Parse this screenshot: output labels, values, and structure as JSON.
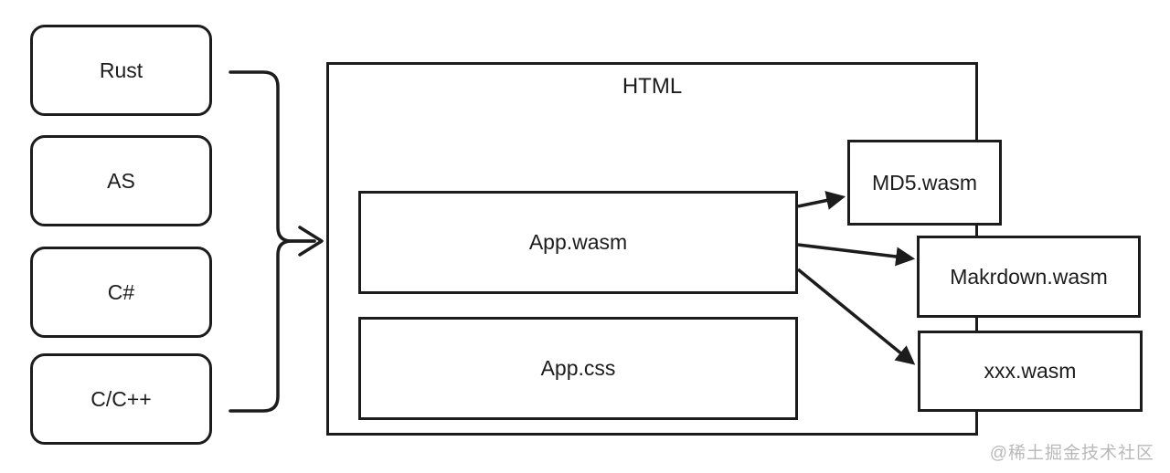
{
  "diagram": {
    "sources": [
      {
        "label": "Rust"
      },
      {
        "label": "AS"
      },
      {
        "label": "C#"
      },
      {
        "label": "C/C++"
      }
    ],
    "html_container": {
      "title": "HTML"
    },
    "bundle": [
      {
        "label": "App.wasm"
      },
      {
        "label": "App.css"
      }
    ],
    "modules": [
      {
        "label": "MD5.wasm"
      },
      {
        "label": "Makrdown.wasm"
      },
      {
        "label": "xxx.wasm"
      }
    ],
    "edges": [
      {
        "from": "Rust",
        "to": "HTML"
      },
      {
        "from": "AS",
        "to": "HTML"
      },
      {
        "from": "C#",
        "to": "HTML"
      },
      {
        "from": "C/C++",
        "to": "HTML"
      },
      {
        "from": "App.wasm",
        "to": "MD5.wasm"
      },
      {
        "from": "App.wasm",
        "to": "Makrdown.wasm"
      },
      {
        "from": "App.wasm",
        "to": "xxx.wasm"
      }
    ],
    "watermark": "@稀土掘金技术社区",
    "colors": {
      "stroke": "#1c1c1c",
      "background": "#ffffff",
      "watermark": "#b9b9b9"
    }
  }
}
